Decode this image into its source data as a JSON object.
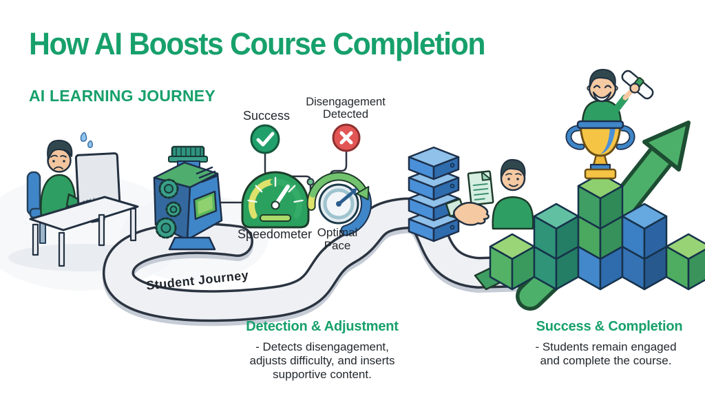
{
  "page": {
    "title": "How AI Boosts Course Completion",
    "subtitle": "AI LEARNING JOURNEY"
  },
  "flow": {
    "success_label": "Success",
    "disengagement_lines": [
      "Disengagement",
      "Detected"
    ],
    "speedometer_label": "Speedometer",
    "optimal_pace_lines": [
      "Optimal",
      "Pace"
    ],
    "journey_label": "Student Journey"
  },
  "sections": {
    "detection": {
      "heading": "Detection & Adjustment",
      "body_lines": [
        "- Detects disengagement,",
        "adjusts difficulty, and inserts",
        "supportive content."
      ]
    },
    "completion": {
      "heading": "Success & Completion",
      "body_lines": [
        "- Students remain engaged",
        "and complete the course."
      ]
    }
  },
  "icons": {
    "success_icon": "checkmark-circle",
    "disengagement_icon": "x-circle",
    "engine_icon": "ai-engine",
    "speedometer_icon": "gauge",
    "optimal_pace_icon": "circular-gauge",
    "server_icon": "server-stack",
    "growth_icon": "up-arrow"
  },
  "colors": {
    "accent_green": "#17a06b",
    "text_dark": "#23282d",
    "success_green": "#22a06b",
    "alert_red": "#e25555",
    "road_gray": "#eef0f4",
    "brand_blue": "#4a90d9",
    "trophy_gold": "#f5c445"
  }
}
